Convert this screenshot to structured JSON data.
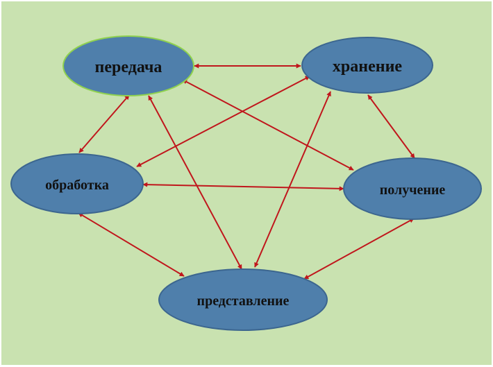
{
  "colors": {
    "background": "#c9e2b0",
    "node_fill": "#4f7fab",
    "node_stroke": "#3c668f",
    "node_highlight_stroke": "#8fd14f",
    "arrow": "#c0161c"
  },
  "nodes": {
    "peredacha": "передача",
    "khranenie": "хранение",
    "obrabotka": "обработка",
    "poluchenie": "получение",
    "predstavlenie": "представление"
  },
  "edges": [
    {
      "from": "peredacha",
      "to": "khranenie"
    },
    {
      "from": "peredacha",
      "to": "obrabotka"
    },
    {
      "from": "peredacha",
      "to": "poluchenie"
    },
    {
      "from": "peredacha",
      "to": "predstavlenie"
    },
    {
      "from": "khranenie",
      "to": "obrabotka"
    },
    {
      "from": "khranenie",
      "to": "poluchenie"
    },
    {
      "from": "khranenie",
      "to": "predstavlenie"
    },
    {
      "from": "obrabotka",
      "to": "poluchenie"
    },
    {
      "from": "obrabotka",
      "to": "predstavlenie"
    },
    {
      "from": "poluchenie",
      "to": "predstavlenie"
    }
  ]
}
